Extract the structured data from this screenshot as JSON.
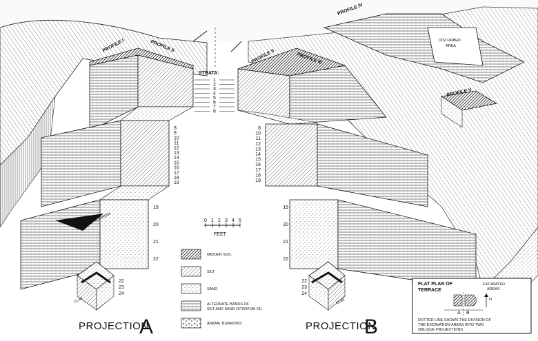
{
  "profiles": {
    "p1": "PROFILE I",
    "p2a": "PROFILE II",
    "p2b": "PROFILE II",
    "p3": "PROFILE III",
    "p4": "PROFILE IV",
    "p5": "PROFILE V"
  },
  "strata": {
    "title": "STRATA:",
    "numbers": [
      "1",
      "2",
      "3",
      "4",
      "5",
      "6",
      "7",
      "8"
    ]
  },
  "column_a": {
    "upper": [
      "8",
      "9",
      "10",
      "11",
      "12",
      "13",
      "14",
      "15",
      "16",
      "17",
      "18",
      "19"
    ],
    "middle": [
      "19",
      "20",
      "21",
      "22"
    ],
    "lower": [
      "22",
      "23",
      "24"
    ]
  },
  "column_b": {
    "upper": [
      "8",
      "10",
      "11",
      "12",
      "13",
      "14",
      "15",
      "16",
      "17",
      "18",
      "19"
    ],
    "middle": [
      "19",
      "20",
      "21",
      "22"
    ],
    "lower": [
      "22",
      "23",
      "24"
    ]
  },
  "scale": {
    "ticks": [
      "0",
      "1",
      "2",
      "3",
      "4",
      "5"
    ],
    "unit": "FEET"
  },
  "legend": [
    {
      "label": "MIDDEN SOIL",
      "pattern": "midden"
    },
    {
      "label": "SILT",
      "pattern": "silt"
    },
    {
      "label": "SAND",
      "pattern": "sand"
    },
    {
      "label": "ALTERNATE BANDS OF SILT AND SAND (STRATUM 21)",
      "line1": "ALTERNATE BANDS OF",
      "line2": "SILT AND SAND (STRATUM 21)",
      "pattern": "bands"
    },
    {
      "label": "ANIMAL BURROWS",
      "pattern": "burrows"
    }
  ],
  "annotations": {
    "clay_a": "CLAY",
    "clay_b": "CLAY",
    "burrow_a": "BURROW",
    "disturbed_l1": "DISTURBED",
    "disturbed_l2": "AREA"
  },
  "projections": {
    "a_word": "PROJECTION",
    "a_letter": "A",
    "b_word": "PROJECTION",
    "b_letter": "B"
  },
  "inset": {
    "title1": "FLAT PLAN OF",
    "title2": "TERRACE",
    "excavated1": "EXCAVATED",
    "excavated2": "AREAS",
    "a": "A",
    "b": "B",
    "north": "N",
    "note1": "DOTTED LINE SHOWS THE DIVISION OF",
    "note2": "THE EXCAVATION AREAS INTO TWO",
    "note3": "OBLIQUE PROJECTIONS"
  }
}
